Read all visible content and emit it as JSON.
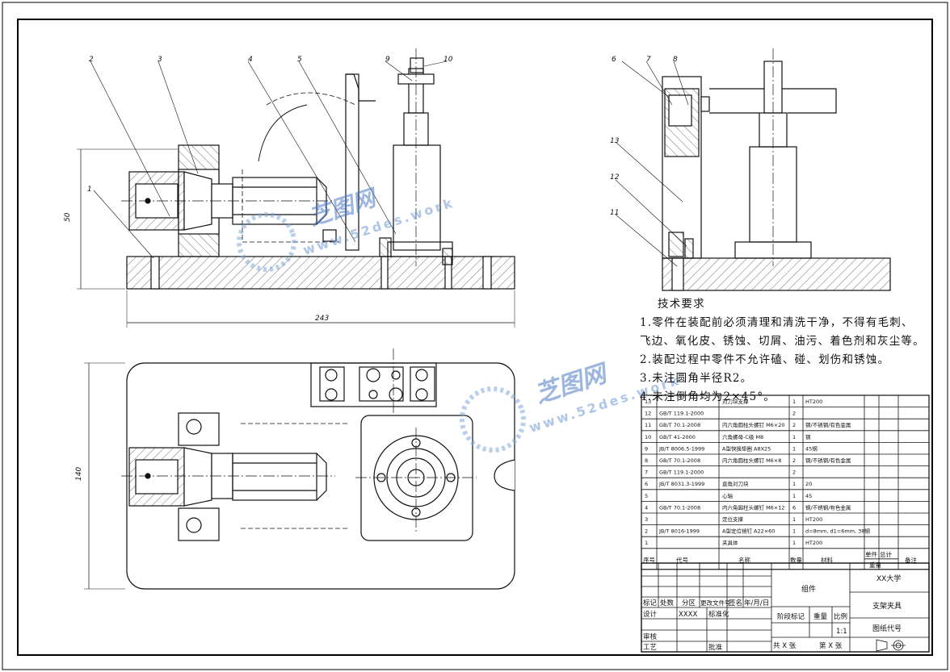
{
  "views": {
    "front": {
      "balloons": [
        "1",
        "2",
        "3",
        "4",
        "5",
        "9",
        "10"
      ],
      "dim_height": "50",
      "dim_length": "243"
    },
    "side": {
      "balloons": [
        "6",
        "7",
        "8",
        "13",
        "12",
        "11"
      ]
    },
    "top": {
      "dim_width": "140"
    }
  },
  "tech_requirements": {
    "title": "技术要求",
    "lines": [
      "1.零件在装配前必须清理和清洗干净，不得有毛刺、",
      "飞边、氧化皮、锈蚀、切屑、油污、着色剂和灰尘等。",
      "2.装配过程中零件不允许磕、碰、划伤和锈蚀。",
      "3.未注圆角半径R2。",
      "4.未注倒角均为2×45°。"
    ]
  },
  "bom": {
    "rows": [
      {
        "no": "13",
        "code": "",
        "name": "对刀块支撑",
        "qty": "1",
        "mat": "HT200"
      },
      {
        "no": "12",
        "code": "GB/T 119.1-2000",
        "name": "",
        "qty": "2",
        "mat": ""
      },
      {
        "no": "11",
        "code": "GB/T 70.1-2008",
        "name": "内六角圆柱头螺钉 M6×20",
        "qty": "2",
        "mat": "钢/不锈钢/有色金属"
      },
      {
        "no": "10",
        "code": "GB/T 41-2000",
        "name": "六角螺母-C级 M8",
        "qty": "1",
        "mat": "钢"
      },
      {
        "no": "9",
        "code": "JB/T 8006.5-1999",
        "name": "A型快换垫圈 A8X25",
        "qty": "1",
        "mat": "45钢"
      },
      {
        "no": "8",
        "code": "GB/T 70.1-2008",
        "name": "内六角圆柱头螺钉 M6×8",
        "qty": "2",
        "mat": "钢/不锈钢/有色金属"
      },
      {
        "no": "7",
        "code": "GB/T 119.1-2000",
        "name": "",
        "qty": "2",
        "mat": ""
      },
      {
        "no": "6",
        "code": "JB/T 8031.3-1999",
        "name": "直角对刀块",
        "qty": "1",
        "mat": "20"
      },
      {
        "no": "5",
        "code": "",
        "name": "心轴",
        "qty": "1",
        "mat": "45"
      },
      {
        "no": "4",
        "code": "GB/T 70.1-2008",
        "name": "内六角圆柱头螺钉 M6×12",
        "qty": "6",
        "mat": "钢/不锈钢/有色金属"
      },
      {
        "no": "3",
        "code": "",
        "name": "定位支撑",
        "qty": "1",
        "mat": "HT200"
      },
      {
        "no": "2",
        "code": "JB/T 8016-1999",
        "name": "A型定位销钉 A22×60",
        "qty": "1",
        "mat": "d=8mm, d1=6mm, 38钢"
      },
      {
        "no": "1",
        "code": "",
        "name": "夹具体",
        "qty": "1",
        "mat": "HT200"
      }
    ],
    "header": {
      "no": "序号",
      "code": "代号",
      "name": "名称",
      "qty": "数量",
      "mat": "材料",
      "unit": "单件",
      "total": "总计",
      "weight": "重量",
      "remark": "备注"
    }
  },
  "title_block": {
    "mark": "标记",
    "count": "处数",
    "zone": "分区",
    "doc": "更改文件号",
    "sign": "签名",
    "date": "年/月/日",
    "design": "设计",
    "designer": "XXXX",
    "std": "标准化",
    "review": "审核",
    "process": "工艺",
    "approve": "批准",
    "assembly": "组件",
    "stage": "阶段标记",
    "weight": "重量",
    "scale": "比例",
    "scale_val": "1:1",
    "sheets": "共 X 张",
    "sheet_no": "第 X 张",
    "school": "XX大学",
    "drawing_name": "支架夹具",
    "drawing_no": "图纸代号"
  },
  "watermark": {
    "brand": "芝图网",
    "url": "www.52des.work"
  }
}
